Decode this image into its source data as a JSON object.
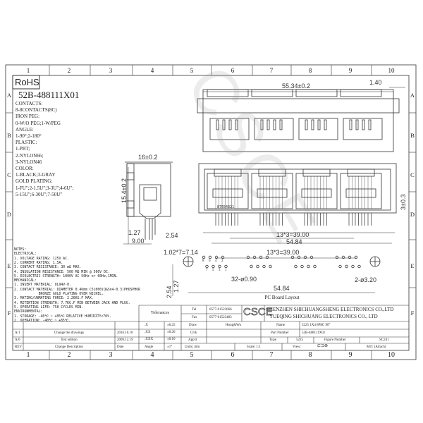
{
  "frame": {
    "columns": [
      "1",
      "2",
      "3",
      "4",
      "5",
      "6",
      "7",
      "8",
      "9",
      "10"
    ],
    "rows": [
      "A",
      "B",
      "C",
      "D",
      "E",
      "F"
    ]
  },
  "rohs": "RoHS",
  "part_code": {
    "number": "52B-488111X01",
    "legend": [
      "CONTACTS:",
      "8-8CONTACTS(8C)",
      "IRON PEG:",
      "0-W/O PEG;1-W/PEG",
      "ANGLE:",
      "1-90°;2-180°",
      "PLASTIC:",
      "1-PBT;",
      "2-NYLON66;",
      "3-NYLON46",
      "COLOR:",
      "1-BLACK;3-GRAY",
      "GOLD PLATING:",
      "1-FU\";2-1.5U\";3-3U\";4-6U\";",
      "5-15U\";6-30U\";7-50U\""
    ]
  },
  "dimensions": {
    "top_width": "55.34±0.2",
    "top_offset": "1.40",
    "side_width": "16±0.2",
    "side_height": "15.4±0.2",
    "pin_pitch": "1.27",
    "pin_row": "2.54",
    "pin_depth": "9.00",
    "front_pitch": "13*3=39.00",
    "front_width": "54.84",
    "front_standoff": "3±0.3",
    "pin_numbers": "87654321",
    "pcb_pitch": "1.02*7=7.14",
    "pcb_port_pitch": "13*3=39.00",
    "pcb_holes": "32-ø0.90",
    "pcb_pegs": "2-ø3.20",
    "pcb_width": "54.84",
    "pcb_row1": "2.54",
    "pcb_row2": "1.27",
    "pcb_hole_labels": [
      "8",
      "6",
      "4",
      "2",
      "7",
      "5",
      "3",
      "1"
    ]
  },
  "pcb_title": "PC Board Layout",
  "notes": [
    "NOTES:",
    "ELECTRICAL:",
    "1. VOLTAGE RATING: 125V AC.",
    "2. CURRENT RATING: 1.5A.",
    "3. CONTACT RESISTANCE: 30 mΩ MAX.",
    "4. INSULATION RESISTANCE: 500 MΩ MIN @ 500V DC.",
    "5. DIELECTRIC STRENGTH: 1000V AC 50Hz or 60Hz,1MIN.",
    "MECHANICAL:",
    "1. INSERT MATERIAL: UL94V-0.",
    "2. CONTACT MATERIAL: DIAMETER 0.46mm C51000(Q&Sn4-0.3)PHOSPHOR",
    "            BRONZE GOLD PLATING OVER NICKEL.",
    "3. MATING/UNMATING FORCE: 2.26KG.F MAX.",
    "4. RETENTION STRENGTH: 7.7KG.F MIN BETWEEN JACK AND PLUG.",
    "5. OPERATING LIFE: 750 CYCLES MIN.",
    "ENVIRONMENTAL:",
    "1. STORAGE: -40℃ ~ +85℃ RELATIVE HUMIDITY<70%.",
    "2. OPERATION: -40℃ ~ +85℃."
  ],
  "title_block": {
    "tolerances_label": "Tolerances",
    "tolerances": [
      {
        "k": ".X",
        "v": "±0.25"
      },
      {
        "k": ".XX",
        "v": "±0.20"
      },
      {
        "k": ".XXX",
        "v": "±0.10"
      },
      {
        "k": "Angle",
        "v": "±1°"
      }
    ],
    "tel_label": "Tel",
    "tel": "0577-61523666",
    "fax_label": "Fax",
    "fax": "0577-61523483",
    "logo": "CSCE",
    "company_1": "SHENZHEN SHICHUANGSHENG ELECTRONICS CO.,LTD",
    "company_2": "YUEQING SHICHUANG ELECTRONICS CO., LTD",
    "draw_label": "Draw",
    "draw_value": "Hong&Wu",
    "chk_label": "Ch'k",
    "appd_label": "App'd",
    "name_label": "Name",
    "name_value": "5225 1X4 8P8C 90°",
    "part_label": "Part Number",
    "part_value": "52B-488111X01",
    "type_label": "Type",
    "type_value": "5225",
    "figure_label": "Figure Number",
    "figure_value": "SC241",
    "units": "Units: mm",
    "scale": "Scale: 1:1",
    "view": "View:",
    "material": "Mt'l: (Attach)",
    "revisions": [
      {
        "rev": "A/1",
        "desc": "Change the drawings",
        "date": "2016.10.10"
      },
      {
        "rev": "A/0",
        "desc": "first edition",
        "date": "2009.12.19"
      },
      {
        "rev": "REV",
        "desc": "Change Description",
        "date": "Date"
      }
    ]
  },
  "watermark": "CSCE"
}
